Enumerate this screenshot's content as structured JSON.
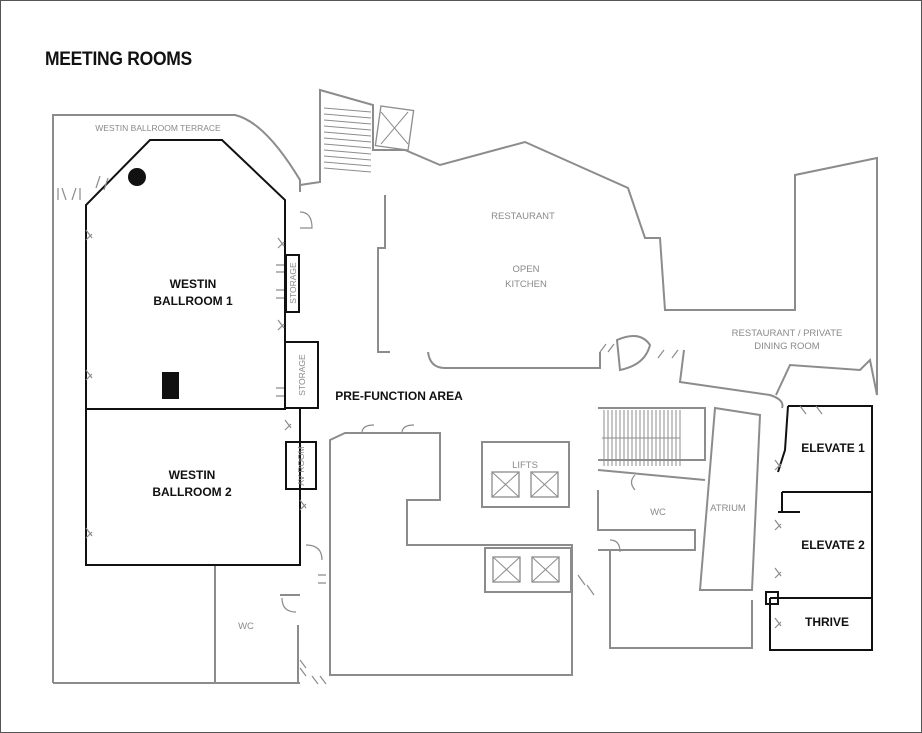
{
  "title": "MEETING ROOMS",
  "rooms": {
    "westin_ballroom_1": [
      "WESTIN",
      "BALLROOM 1"
    ],
    "westin_ballroom_2": [
      "WESTIN",
      "BALLROOM 2"
    ],
    "elevate_1": "ELEVATE 1",
    "elevate_2": "ELEVATE 2",
    "thrive": "THRIVE"
  },
  "areas": {
    "pre_function": "PRE-FUNCTION AREA",
    "terrace": "WESTIN BALLROOM TERRACE",
    "restaurant": "RESTAURANT",
    "open_kitchen": [
      "OPEN",
      "KITCHEN"
    ],
    "private_dining": [
      "RESTAURANT / PRIVATE",
      "DINING ROOM"
    ],
    "lifts": "LIFTS",
    "wc": "WC",
    "atrium": "ATRIUM",
    "storage": "STORAGE",
    "av_room": "AV ROOM"
  }
}
